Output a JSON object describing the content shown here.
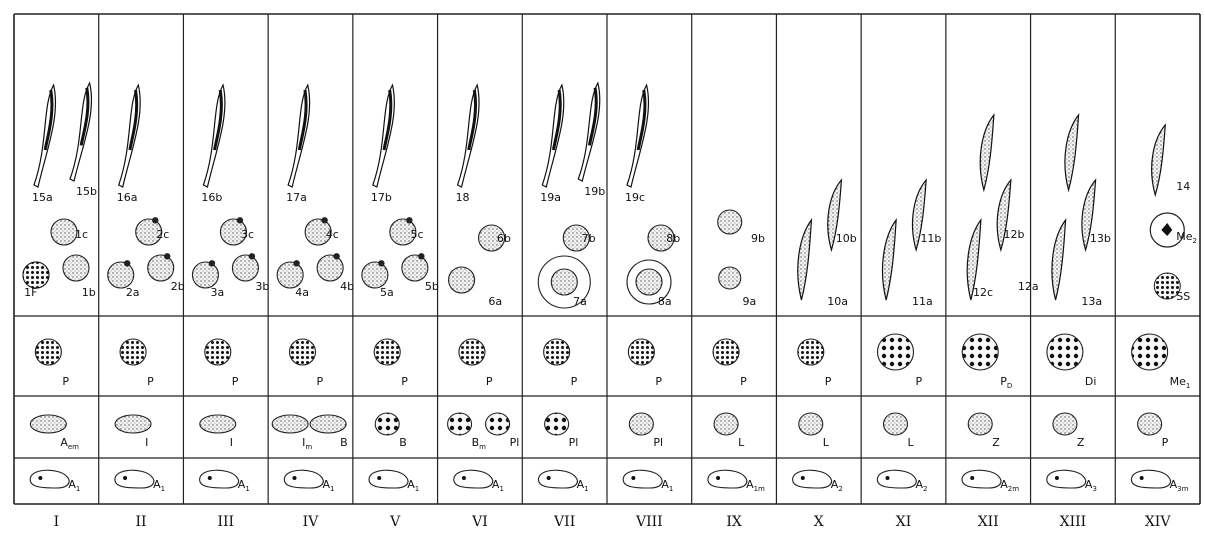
{
  "columns": [
    {
      "numeral": "I",
      "stage": [
        {
          "t": "1c"
        },
        {
          "t": "1b"
        },
        {
          "t": "1F"
        }
      ],
      "spermatid": [
        {
          "t": "15a"
        },
        {
          "t": "15b"
        }
      ],
      "row2": {
        "t": "P"
      },
      "row3": [
        {
          "t": "A",
          "s": "em"
        }
      ],
      "row4": {
        "t": "A",
        "s": "1"
      }
    },
    {
      "numeral": "II",
      "stage": [
        {
          "t": "2c"
        },
        {
          "t": "2a"
        },
        {
          "t": "2b"
        }
      ],
      "spermatid": [
        {
          "t": "16a"
        }
      ],
      "row2": {
        "t": "P"
      },
      "row3": [
        {
          "t": "I"
        }
      ],
      "row4": {
        "t": "A",
        "s": "1"
      }
    },
    {
      "numeral": "III",
      "stage": [
        {
          "t": "3c"
        },
        {
          "t": "3a"
        },
        {
          "t": "3b"
        }
      ],
      "spermatid": [
        {
          "t": "16b"
        }
      ],
      "row2": {
        "t": "P"
      },
      "row3": [
        {
          "t": "I"
        }
      ],
      "row4": {
        "t": "A",
        "s": "1"
      }
    },
    {
      "numeral": "IV",
      "stage": [
        {
          "t": "4c"
        },
        {
          "t": "4a"
        },
        {
          "t": "4b"
        }
      ],
      "spermatid": [
        {
          "t": "17a"
        }
      ],
      "row2": {
        "t": "P"
      },
      "row3": [
        {
          "t": "I",
          "s": "m"
        },
        {
          "t": "B"
        }
      ],
      "row4": {
        "t": "A",
        "s": "1"
      }
    },
    {
      "numeral": "V",
      "stage": [
        {
          "t": "5c"
        },
        {
          "t": "5a"
        },
        {
          "t": "5b"
        }
      ],
      "spermatid": [
        {
          "t": "17b"
        }
      ],
      "row2": {
        "t": "P"
      },
      "row3": [
        {
          "t": "B"
        }
      ],
      "row4": {
        "t": "A",
        "s": "1"
      }
    },
    {
      "numeral": "VI",
      "stage": [
        {
          "t": "6b"
        },
        {
          "t": "6a"
        }
      ],
      "spermatid": [
        {
          "t": "18"
        }
      ],
      "row2": {
        "t": "P"
      },
      "row3": [
        {
          "t": "B",
          "s": "m"
        },
        {
          "t": "Pl"
        }
      ],
      "row4": {
        "t": "A",
        "s": "1"
      }
    },
    {
      "numeral": "VII",
      "stage": [
        {
          "t": "7b"
        },
        {
          "t": "7a"
        }
      ],
      "spermatid": [
        {
          "t": "19a"
        },
        {
          "t": "19b"
        }
      ],
      "row2": {
        "t": "P"
      },
      "row3": [
        {
          "t": "Pl"
        }
      ],
      "row4": {
        "t": "A",
        "s": "1"
      }
    },
    {
      "numeral": "VIII",
      "stage": [
        {
          "t": "8b"
        },
        {
          "t": "8a"
        }
      ],
      "spermatid": [
        {
          "t": "19c"
        }
      ],
      "row2": {
        "t": "P"
      },
      "row3": [
        {
          "t": "Pl"
        }
      ],
      "row4": {
        "t": "A",
        "s": "1"
      }
    },
    {
      "numeral": "IX",
      "stage": [
        {
          "t": "9b"
        },
        {
          "t": "9a"
        }
      ],
      "spermatid": [],
      "row2": {
        "t": "P"
      },
      "row3": [
        {
          "t": "L"
        }
      ],
      "row4": {
        "t": "A",
        "s": "1m"
      }
    },
    {
      "numeral": "X",
      "stage": [
        {
          "t": "10b"
        },
        {
          "t": "10a"
        }
      ],
      "spermatid": [],
      "row2": {
        "t": "P"
      },
      "row3": [
        {
          "t": "L"
        }
      ],
      "row4": {
        "t": "A",
        "s": "2"
      }
    },
    {
      "numeral": "XI",
      "stage": [
        {
          "t": "11b"
        },
        {
          "t": "11a"
        }
      ],
      "spermatid": [],
      "row2": {
        "t": "P"
      },
      "row3": [
        {
          "t": "L"
        }
      ],
      "row4": {
        "t": "A",
        "s": "2"
      }
    },
    {
      "numeral": "XII",
      "stage": [
        {
          "t": "12b"
        },
        {
          "t": "12c"
        },
        {
          "t": "12a"
        }
      ],
      "spermatid": [],
      "row2": {
        "t": "P",
        "s": "D"
      },
      "row3": [
        {
          "t": "Z"
        }
      ],
      "row4": {
        "t": "A",
        "s": "2m"
      }
    },
    {
      "numeral": "XIII",
      "stage": [
        {
          "t": "13b"
        },
        {
          "t": "13a"
        }
      ],
      "spermatid": [],
      "row2": {
        "t": "Di"
      },
      "row3": [
        {
          "t": "Z"
        }
      ],
      "row4": {
        "t": "A",
        "s": "3"
      }
    },
    {
      "numeral": "XIV",
      "stage": [
        {
          "t": "14"
        },
        {
          "t": "Me",
          "s": "2"
        },
        {
          "t": "SS"
        }
      ],
      "spermatid": [],
      "row2": {
        "t": "Me",
        "s": "1"
      },
      "row3": [
        {
          "t": "P"
        }
      ],
      "row4": {
        "t": "A",
        "s": "3m"
      }
    }
  ]
}
